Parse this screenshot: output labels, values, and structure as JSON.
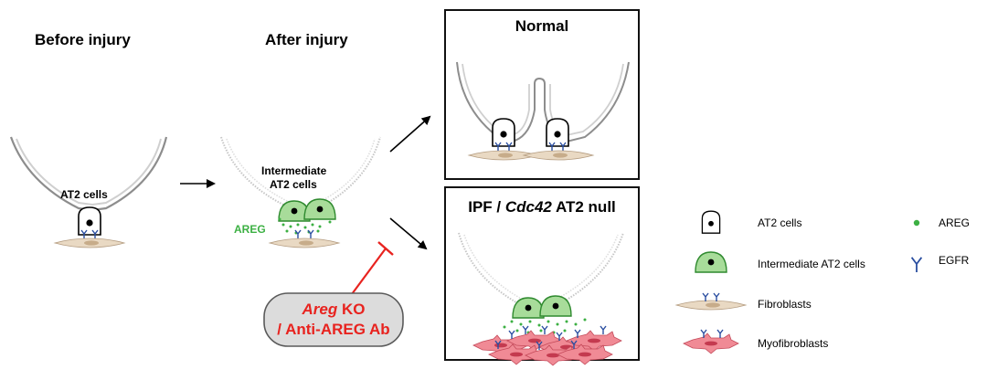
{
  "stages": {
    "before": {
      "title": "Before injury",
      "cell_label": "AT2 cells"
    },
    "after": {
      "title": "After injury",
      "cell_label_line1": "Intermediate",
      "cell_label_line2": "AT2 cells",
      "areg_label": "AREG"
    },
    "normal": {
      "title": "Normal"
    },
    "ipf": {
      "title_prefix": "IPF / ",
      "title_italic": "Cdc42",
      "title_suffix": " AT2 null"
    }
  },
  "inhibitor": {
    "line1_italic": "Areg",
    "line1_rest": " KO",
    "line2": "/ Anti-AREG Ab"
  },
  "legend": {
    "items": [
      {
        "icon": "at2-cell-icon",
        "label": "AT2 cells"
      },
      {
        "icon": "intermediate-cell-icon",
        "label": "Intermediate AT2 cells"
      },
      {
        "icon": "fibroblast-icon",
        "label": "Fibroblasts"
      },
      {
        "icon": "myofibroblast-icon",
        "label": "Myofibroblasts"
      },
      {
        "icon": "areg-dot-icon",
        "label": "AREG"
      },
      {
        "icon": "egfr-receptor-icon",
        "label": "EGFR"
      }
    ]
  },
  "colors": {
    "areg_green": "#3cb043",
    "intermediate_fill": "#a8dc9a",
    "inhibitor_red": "#e8231f",
    "egfr_blue": "#2a4ea0",
    "fibroblast_fill": "#e9d9c3",
    "myofibroblast_fill": "#f08a95",
    "membrane_gray": "#9a9a9a"
  }
}
